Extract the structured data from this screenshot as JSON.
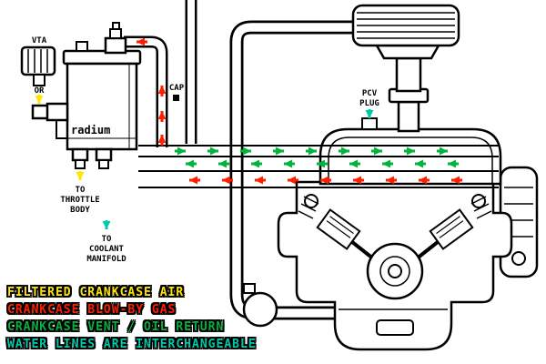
{
  "diagram": {
    "component_labels": {
      "vta": "VTA",
      "or": "OR",
      "cap": "CAP",
      "pcv_plug": "PCV\nPLUG",
      "to_throttle_body": "TO\nTHROTTLE\nBODY",
      "to_coolant_manifold": "TO\nCOOLANT\nMANIFOLD",
      "brand": "radium"
    },
    "legend": {
      "items": [
        {
          "label": "FILTERED CRANKCASE AIR",
          "color": "#FFE600"
        },
        {
          "label": "CRANKCASE BLOW-BY GAS",
          "color": "#FF1E00"
        },
        {
          "label": "CRANKCASE VENT / OIL RETURN",
          "color": "#00B43C"
        },
        {
          "label": "WATER LINES ARE INTERCHANGEABLE",
          "color": "#00C8A8"
        }
      ]
    },
    "flow_colors": {
      "filtered_crankcase_air": "#FFE600",
      "crankcase_blow_by_gas": "#FF1E00",
      "crankcase_vent_oil_return": "#00B43C",
      "water_lines": "#00C8A8"
    }
  }
}
